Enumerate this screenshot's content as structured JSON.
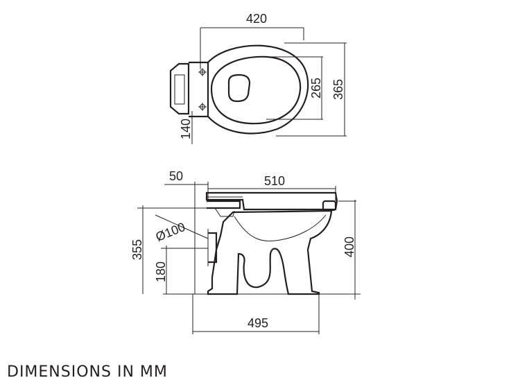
{
  "caption": "DIMENSIONS IN MM",
  "dimensions": {
    "top_width": "420",
    "top_inner_depth": "265",
    "top_outer_depth": "365",
    "top_hinge": "140",
    "side_setback": "50",
    "side_length": "510",
    "side_outlet_height": "355",
    "side_outlet_diameter": "Ø100",
    "side_outlet_center": "180",
    "side_total_height": "400",
    "side_base_width": "495"
  },
  "colors": {
    "line": "#231f20",
    "background": "#ffffff"
  }
}
